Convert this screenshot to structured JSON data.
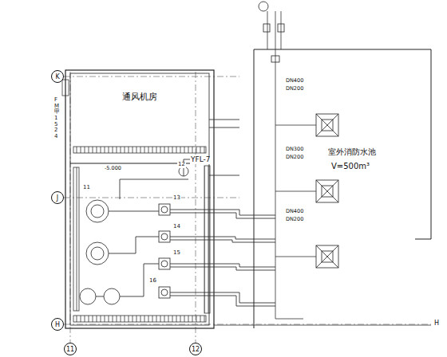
{
  "diagram": {
    "nodes": [
      {
        "text": [
          "通风机房"
        ]
      },
      {
        "text": [
          "室外消防水池",
          "V=500m³"
        ]
      },
      {
        "text": [
          "K"
        ]
      },
      {
        "text": [
          "J"
        ]
      },
      {
        "text": [
          "H"
        ]
      },
      {
        "text": [
          "11"
        ]
      },
      {
        "text": [
          "12"
        ]
      }
    ],
    "labels": [
      "FM甲1524",
      "YFL-7",
      "11",
      "12",
      "13",
      "14",
      "15",
      "16",
      "-5.000",
      "DN400",
      "DN200",
      "DN300",
      "DN200",
      "DN400",
      "DN200",
      "H"
    ]
  }
}
